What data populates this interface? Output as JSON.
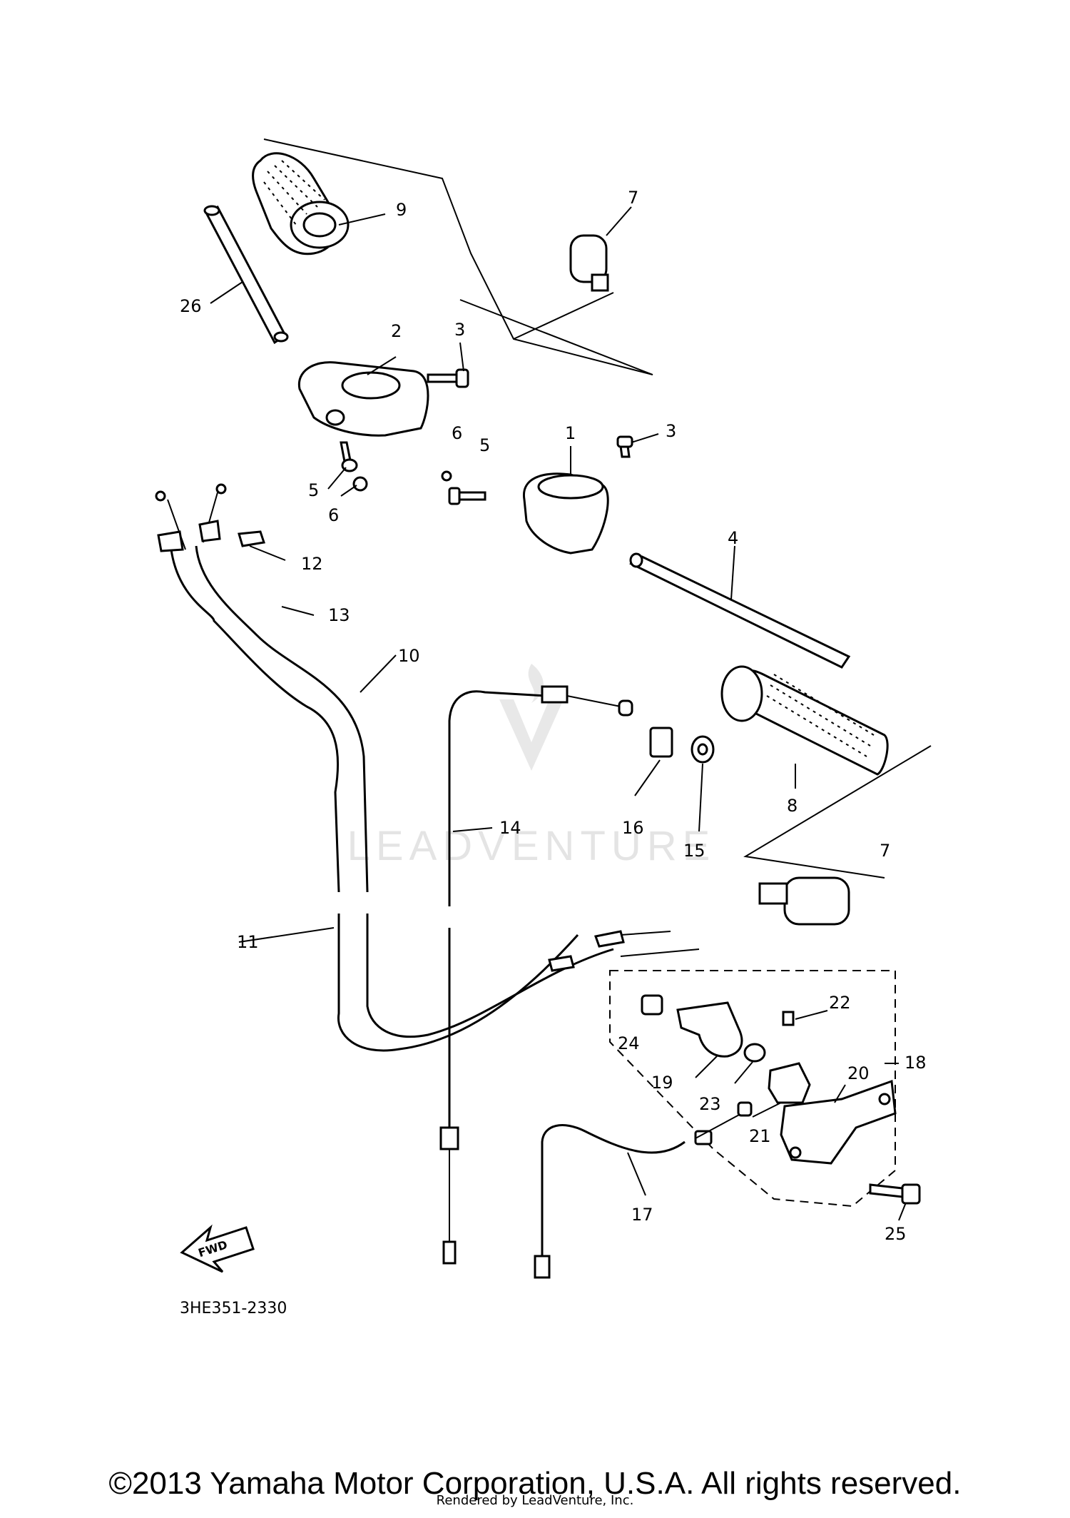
{
  "diagram": {
    "code": "3HE351-2330",
    "fwd_label": "FWD",
    "watermark": "LEADVENTURE",
    "callouts": [
      {
        "id": "c9",
        "label": "9"
      },
      {
        "id": "c7a",
        "label": "7"
      },
      {
        "id": "c26",
        "label": "26"
      },
      {
        "id": "c2",
        "label": "2"
      },
      {
        "id": "c3a",
        "label": "3"
      },
      {
        "id": "c3b",
        "label": "3"
      },
      {
        "id": "c1",
        "label": "1"
      },
      {
        "id": "c6a",
        "label": "6"
      },
      {
        "id": "c5a",
        "label": "5"
      },
      {
        "id": "c5b",
        "label": "5"
      },
      {
        "id": "c6b",
        "label": "6"
      },
      {
        "id": "c12",
        "label": "12"
      },
      {
        "id": "c13",
        "label": "13"
      },
      {
        "id": "c4",
        "label": "4"
      },
      {
        "id": "c10",
        "label": "10"
      },
      {
        "id": "c8",
        "label": "8"
      },
      {
        "id": "c14",
        "label": "14"
      },
      {
        "id": "c16",
        "label": "16"
      },
      {
        "id": "c15",
        "label": "15"
      },
      {
        "id": "c7b",
        "label": "7"
      },
      {
        "id": "c11",
        "label": "11"
      },
      {
        "id": "c22",
        "label": "22"
      },
      {
        "id": "c24",
        "label": "24"
      },
      {
        "id": "c18",
        "label": "18"
      },
      {
        "id": "c19",
        "label": "19"
      },
      {
        "id": "c20",
        "label": "20"
      },
      {
        "id": "c23",
        "label": "23"
      },
      {
        "id": "c21",
        "label": "21"
      },
      {
        "id": "c17",
        "label": "17"
      },
      {
        "id": "c25",
        "label": "25"
      }
    ]
  },
  "footer": {
    "copyright": "©2013 Yamaha Motor Corporation, U.S.A. All rights reserved.",
    "rendered_by": "Rendered by LeadVenture, Inc."
  }
}
